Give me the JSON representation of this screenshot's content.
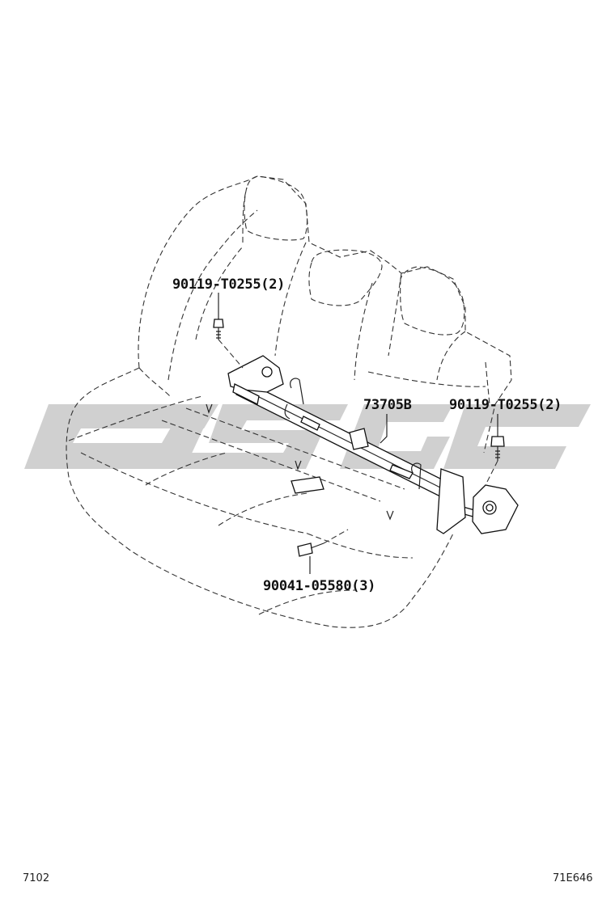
{
  "diagram": {
    "part_labels": {
      "bolt_upper_left": "90119-T0255(2)",
      "bracket_main": "73705B",
      "bolt_right": "90119-T0255(2)",
      "bolt_lower": "90041-05580(3)"
    },
    "footer": {
      "left_code": "7102",
      "right_code": "71E646"
    },
    "watermark_text": "GSGC",
    "colors": {
      "line": "#111111",
      "watermark": "#c8c8c8",
      "background": "#ffffff"
    }
  }
}
